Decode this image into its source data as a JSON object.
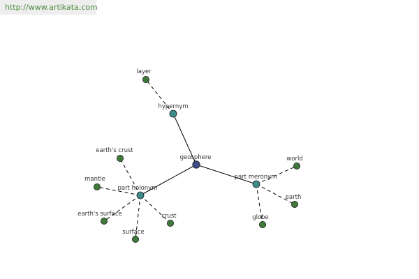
{
  "header": {
    "url": "http://www.artikata.com"
  },
  "colors": {
    "center": "#3d4c8a",
    "relation": "#3f8a8a",
    "leaf": "#3f7a3a",
    "edge": "#000000",
    "stroke": "#1a1a1a"
  },
  "nodes": {
    "geosphere": "geosphere",
    "hypernym": "hypernym",
    "part_holonym": "part holonym",
    "part_meronym": "part meronym",
    "layer": "layer",
    "earths_crust": "earth's crust",
    "mantle": "mantle",
    "earths_surface": "earth's surface",
    "surface": "surface",
    "crust": "crust",
    "world": "world",
    "earth": "earth",
    "globe": "globe"
  }
}
